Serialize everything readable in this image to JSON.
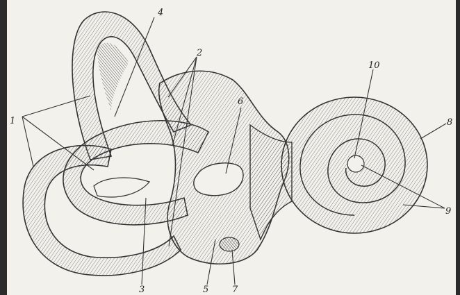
{
  "labels": {
    "l1": "1",
    "l2": "2",
    "l3": "3",
    "l4": "4",
    "l5": "5",
    "l6": "6",
    "l7": "7",
    "l8": "8",
    "l9": "9",
    "l10": "10"
  },
  "colors": {
    "background_frame": "#2b2b2b",
    "paper": "#f3f1ec",
    "ink": "#333333"
  }
}
